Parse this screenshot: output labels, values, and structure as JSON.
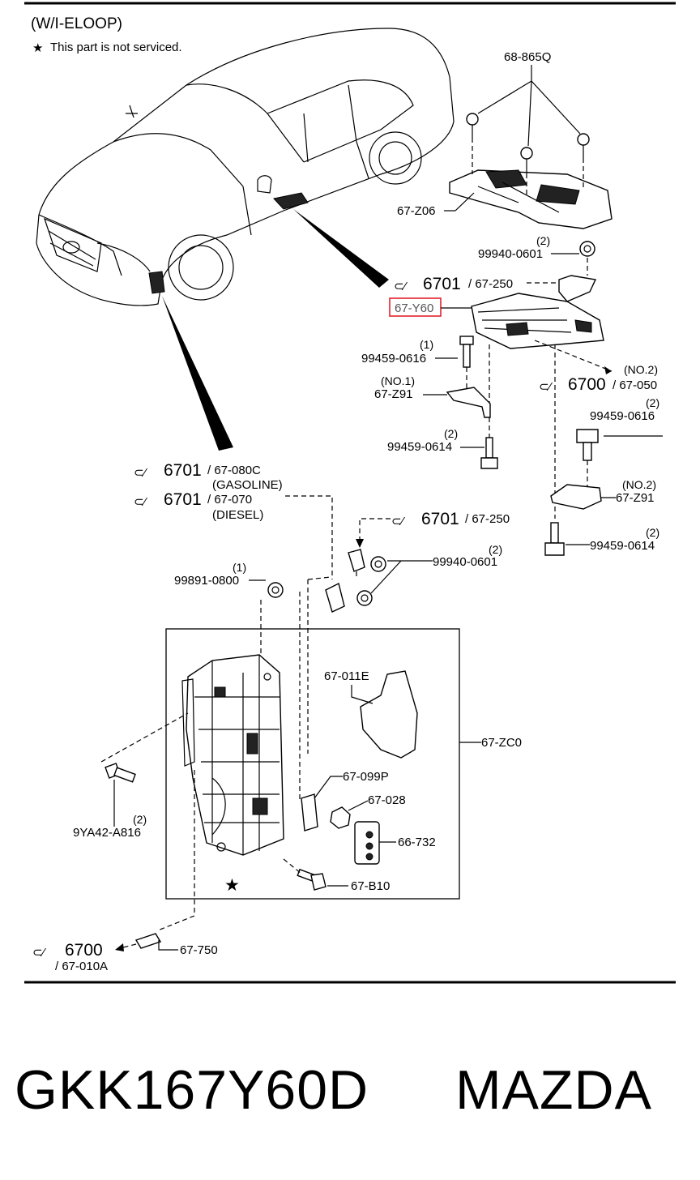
{
  "header": {
    "title": "(W/I-ELOOP)",
    "note_symbol": "★",
    "note": "This part is not serviced."
  },
  "callouts": {
    "c_68_865Q": "68-865Q",
    "c_67_Z06": "67-Z06",
    "c_qty_2a": "(2)",
    "c_99940_0601a": "99940-0601",
    "c_ref_6701a": "6701",
    "c_67_250a": "/ 67-250",
    "c_67_Y60": "67-Y60",
    "c_qty_1a": "(1)",
    "c_99459_0616a": "99459-0616",
    "c_no1": "(NO.1)",
    "c_67_Z91a": "67-Z91",
    "c_no2a": "(NO.2)",
    "c_ref_6700a": "6700",
    "c_67_050": "/ 67-050",
    "c_qty_2b": "(2)",
    "c_99459_0616b": "99459-0616",
    "c_qty_2c": "(2)",
    "c_99459_0614a": "99459-0614",
    "c_ref_6701b": "6701",
    "c_67_080C": "/ 67-080C",
    "c_gasoline": "(GASOLINE)",
    "c_ref_6701c": "6701",
    "c_67_070": "/ 67-070",
    "c_diesel": "(DIESEL)",
    "c_no2b": "(NO.2)",
    "c_67_Z91b": "67-Z91",
    "c_qty_2d": "(2)",
    "c_99459_0614b": "99459-0614",
    "c_ref_6701d": "6701",
    "c_67_250b": "/ 67-250",
    "c_qty_2e": "(2)",
    "c_99940_0601b": "99940-0601",
    "c_qty_1b": "(1)",
    "c_99891_0800": "99891-0800",
    "c_67_011E": "67-011E",
    "c_67_ZC0": "67-ZC0",
    "c_67_099P": "67-099P",
    "c_67_028": "67-028",
    "c_qty_2f": "(2)",
    "c_9YA42_A816": "9YA42-A816",
    "c_66_732": "66-732",
    "c_67_B10": "67-B10",
    "c_star": "★",
    "c_ref_6700b": "6700",
    "c_67_750": "67-750",
    "c_67_010A": "/ 67-010A"
  },
  "highlight_color": "#e0141e",
  "footer": {
    "part_number": "GKK167Y60D",
    "brand": "MAZDA"
  }
}
